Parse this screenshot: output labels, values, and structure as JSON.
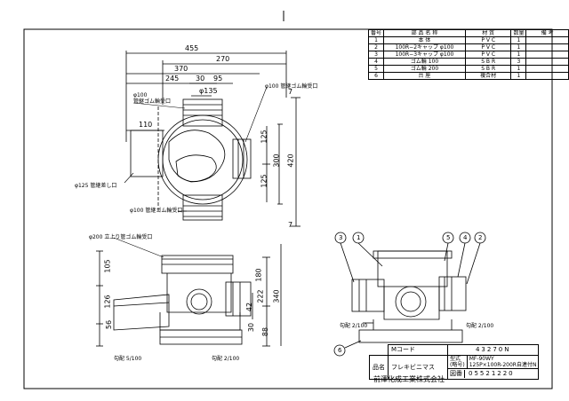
{
  "parts_table": {
    "headers": [
      "番号",
      "部 品 名 称",
      "材 質",
      "数量",
      "備 考"
    ],
    "rows": [
      [
        "1",
        "本 体",
        "P V C",
        "1",
        ""
      ],
      [
        "2",
        "100R−2キャップ φ100",
        "P V C",
        "1",
        ""
      ],
      [
        "3",
        "100R−3キャップ φ100",
        "P V C",
        "1",
        ""
      ],
      [
        "4",
        "ゴム輪 100",
        "S B R",
        "3",
        ""
      ],
      [
        "5",
        "ゴム輪 200",
        "S B R",
        "1",
        ""
      ],
      [
        "6",
        "台 座",
        "複合材",
        "1",
        ""
      ]
    ]
  },
  "top_view": {
    "dims": {
      "d455": "455",
      "d270": "270",
      "d370": "370",
      "d245": "245",
      "d30": "30",
      "d95": "95",
      "d135": "φ135",
      "d110": "110",
      "d125a": "125",
      "d125b": "125",
      "d300": "300",
      "d420": "420",
      "d7a": "7",
      "d7b": "7"
    },
    "labels": {
      "left_top": "φ100",
      "left_top2": "管継ゴム輪受口",
      "right_top": "φ100 管継ゴム輪受口",
      "left_mid": "φ125 管継差し口",
      "bottom": "φ100 管継ゴム輪受口"
    }
  },
  "front_view": {
    "dims": {
      "d105": "105",
      "d126": "126",
      "d56": "56",
      "d180": "180",
      "d222": "222",
      "d340": "340",
      "d42": "42",
      "d30": "30",
      "d88": "88"
    },
    "labels": {
      "top": "φ200 立上り管ゴム輪受口",
      "slope_left": "勾配 5/100",
      "slope_right": "勾配 2/100"
    }
  },
  "side_view": {
    "balloons": [
      "3",
      "1",
      "5",
      "4",
      "2",
      "6"
    ],
    "labels": {
      "slope_left": "勾配 2/100",
      "slope_right": "勾配 2/100"
    }
  },
  "title_block": {
    "m_code_label": "Mコード",
    "m_code": "43270N",
    "name_label": "品名",
    "name": "フレキビニマス",
    "model_label": "型式",
    "model_label2": "(略号)",
    "model_line1": "MF-90WY",
    "model_line2": "125P×100R-200R自連付N",
    "company": "前澤化成工業株式会社",
    "drawing_no_label": "図番",
    "drawing_no": "05521220"
  }
}
